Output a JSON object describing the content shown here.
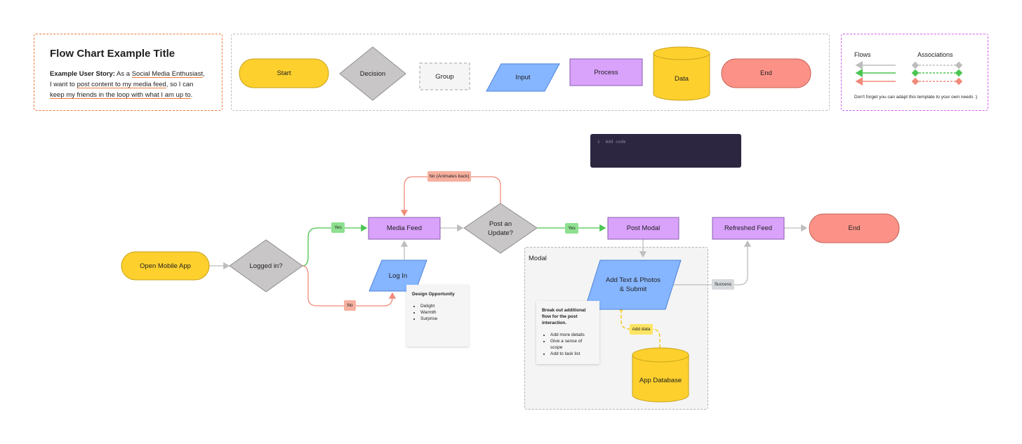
{
  "story": {
    "title": "Flow Chart Example Title",
    "label": "Example User Story:",
    "t1": " As a ",
    "persona": "Social Media Enthusiast",
    "t2": ", I want to ",
    "goal": "post content to my media feed",
    "t3": ", so I can ",
    "benefit": "keep my friends in the loop with what I am up to",
    "t4": "."
  },
  "shapes_legend": {
    "start": "Start",
    "decision": "Decision",
    "group": "Group",
    "input": "Input",
    "process": "Process",
    "data": "Data",
    "end": "End"
  },
  "connector_legend": {
    "flows": "Flows",
    "associations": "Associations",
    "note": "Don't forget you can adapt this template to your own needs :)"
  },
  "code_block": {
    "line": "1",
    "placeholder": "Add code"
  },
  "flow": {
    "open_app": "Open Mobile App",
    "logged_in": "Logged in?",
    "media_feed": "Media Feed",
    "log_in": "Log In",
    "post_update": "Post an Update?",
    "post_modal": "Post Modal",
    "refreshed_feed": "Refreshed Feed",
    "end": "End",
    "modal_group": "Modal",
    "add_text": "Add Text & Photos & Submit",
    "app_database": "App Database"
  },
  "edge_labels": {
    "yes1": "Yes",
    "no1": "No",
    "no_animates": "No (Animates back)",
    "yes2": "Yes",
    "success": "Success",
    "add_data": "Add data"
  },
  "notes": {
    "design_title": "Design Opportunity",
    "design_items": [
      "Delight",
      "Warmth",
      "Surprise"
    ],
    "breakout_title": "Break out additional flow for the post interaction.",
    "breakout_items": [
      "Add more details",
      "Give a sense of scope",
      "Add to task list"
    ]
  },
  "colors": {
    "start_end_yellow": "#fdd02e",
    "decision_gray": "#c8c6c6",
    "input_blue": "#86b6ff",
    "process_purple": "#d9a2fb",
    "end_salmon": "#fc9287",
    "flow_gray": "#bdbdbd",
    "flow_green": "#4cc552",
    "flow_red": "#f08a7a",
    "yes_tag": "#8ee090",
    "no_tag": "#f7b09f",
    "success_tag": "#d6d9dc",
    "add_data_tag": "#fde564",
    "code_bg": "#2d2640"
  }
}
